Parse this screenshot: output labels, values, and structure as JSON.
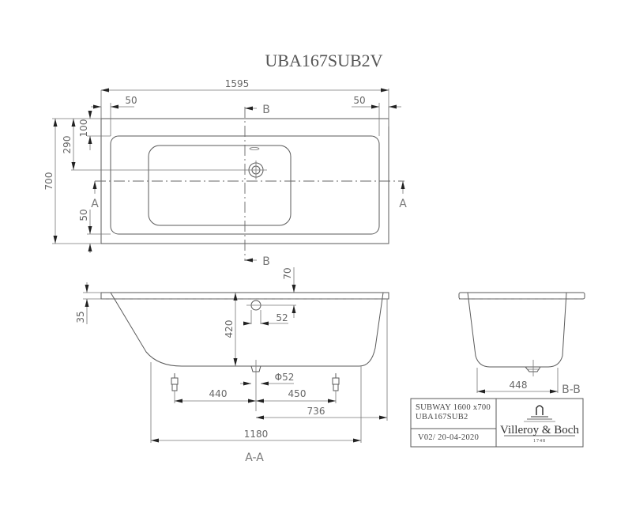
{
  "title": "UBA167SUB2V",
  "plan_view": {
    "overall_length": "1595",
    "overall_width": "700",
    "rim_left": "50",
    "rim_right": "50",
    "rim_top": "100",
    "drain_offset": "290",
    "rim_bottom": "50",
    "section_a_label": "A",
    "section_b_label": "B"
  },
  "section_a_a": {
    "rim_height": "35",
    "depth": "420",
    "overflow_offset": "70",
    "overflow_diameter": "52",
    "drain_diameter": "Φ52",
    "leg_left": "440",
    "leg_right": "450",
    "drain_to_end": "736",
    "bottom_length": "1180",
    "label": "A-A"
  },
  "section_b_b": {
    "bottom_width": "448",
    "label": "B-B"
  },
  "title_block": {
    "product_line": "SUBWAY 1600 x700",
    "product_code": "UBA167SUB2",
    "version_date": "V02/ 20-04-2020",
    "brand": "Villeroy & Boch",
    "brand_year": "1748"
  }
}
